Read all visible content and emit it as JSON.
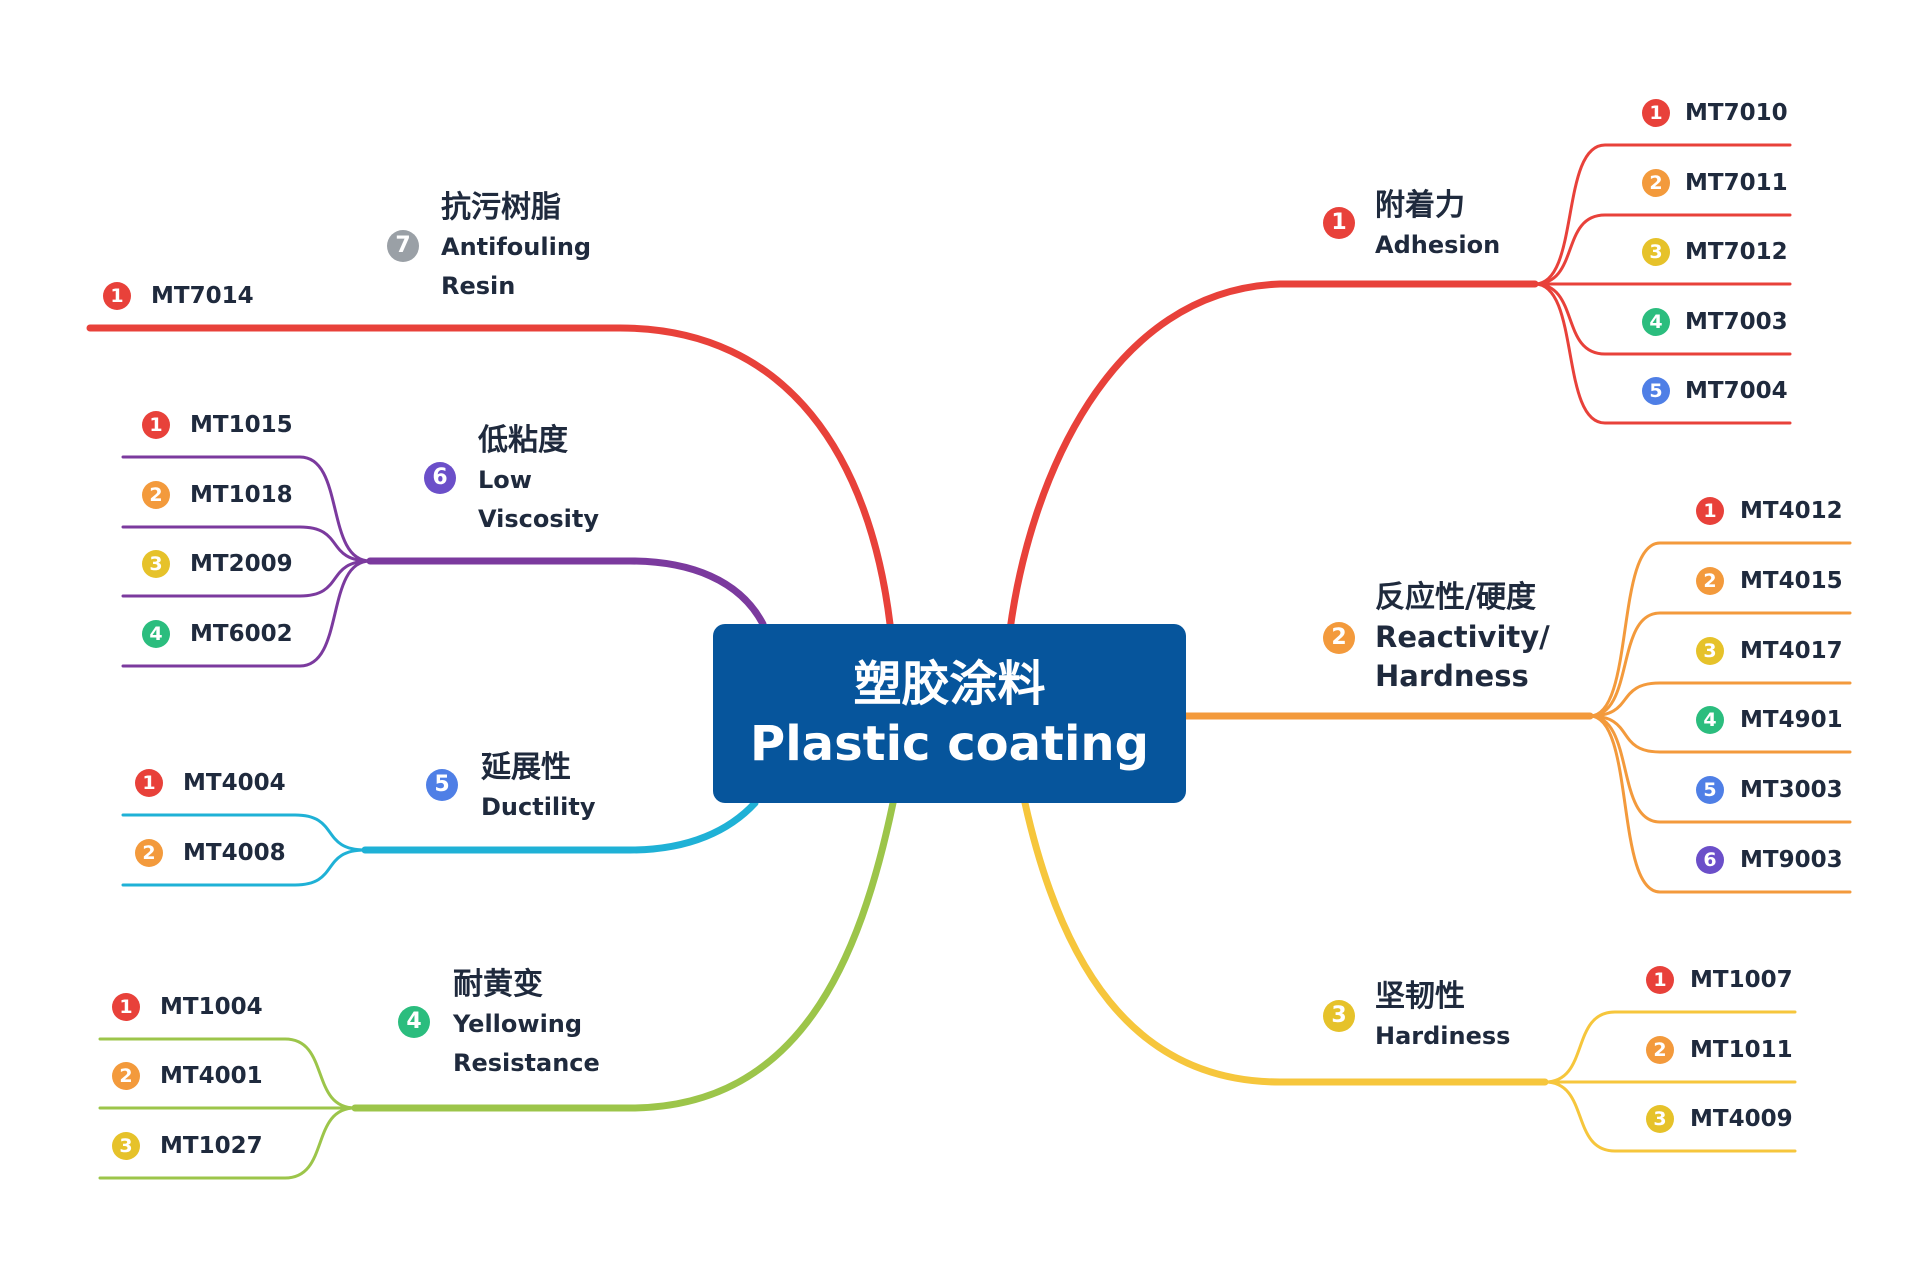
{
  "center": {
    "zh": "塑胶涂料",
    "en": "Plastic coating"
  },
  "colors": {
    "red": "#e8413a",
    "orange": "#f39a3c",
    "yellow": "#f6c63c",
    "green": "#9cc54a",
    "cyan": "#1fb1d6",
    "purple": "#7b3a9e",
    "gray": "#9aa0a6",
    "blue": "#4f7fe6",
    "violet": "#6b4fc9",
    "teal": "#2bbd7e",
    "gold": "#e6c22a",
    "center": "#06559c"
  },
  "branches": [
    {
      "id": "b1",
      "number": "1",
      "zh": "附着力",
      "en": "Adhesion",
      "color": "#e8413a",
      "leaves": [
        "MT7010",
        "MT7011",
        "MT7012",
        "MT7003",
        "MT7004"
      ]
    },
    {
      "id": "b2",
      "number": "2",
      "zh": "反应性/硬度",
      "en": "Reactivity/ Hardness",
      "color": "#f39a3c",
      "leaves": [
        "MT4012",
        "MT4015",
        "MT4017",
        "MT4901",
        "MT3003",
        "MT9003"
      ]
    },
    {
      "id": "b3",
      "number": "3",
      "zh": "坚韧性",
      "en": "Hardiness",
      "color": "#f6c63c",
      "leaves": [
        "MT1007",
        "MT1011",
        "MT4009"
      ]
    },
    {
      "id": "b4",
      "number": "4",
      "zh": "耐黄变",
      "en": "Yellowing Resistance",
      "color": "#9cc54a",
      "leaves": [
        "MT1004",
        "MT4001",
        "MT1027"
      ]
    },
    {
      "id": "b5",
      "number": "5",
      "zh": "延展性",
      "en": "Ductility",
      "color": "#1fb1d6",
      "leaves": [
        "MT4004",
        "MT4008"
      ]
    },
    {
      "id": "b6",
      "number": "6",
      "zh": "低粘度",
      "en": "Low Viscosity",
      "color": "#7b3a9e",
      "leaves": [
        "MT1015",
        "MT1018",
        "MT2009",
        "MT6002"
      ]
    },
    {
      "id": "b7",
      "number": "7",
      "zh": "抗污树脂",
      "en": "Antifouling Resin",
      "color": "#e8413a",
      "leaves": [
        "MT7014"
      ]
    }
  ],
  "leaf_number_colors": [
    "#e8413a",
    "#f39a3c",
    "#e6c22a",
    "#2bbd7e",
    "#4f7fe6",
    "#6b4fc9"
  ],
  "branch_number_colors": [
    "#e8413a",
    "#f39a3c",
    "#e6c22a",
    "#2bbd7e",
    "#4f7fe6",
    "#6b4fc9",
    "#9aa0a6"
  ]
}
